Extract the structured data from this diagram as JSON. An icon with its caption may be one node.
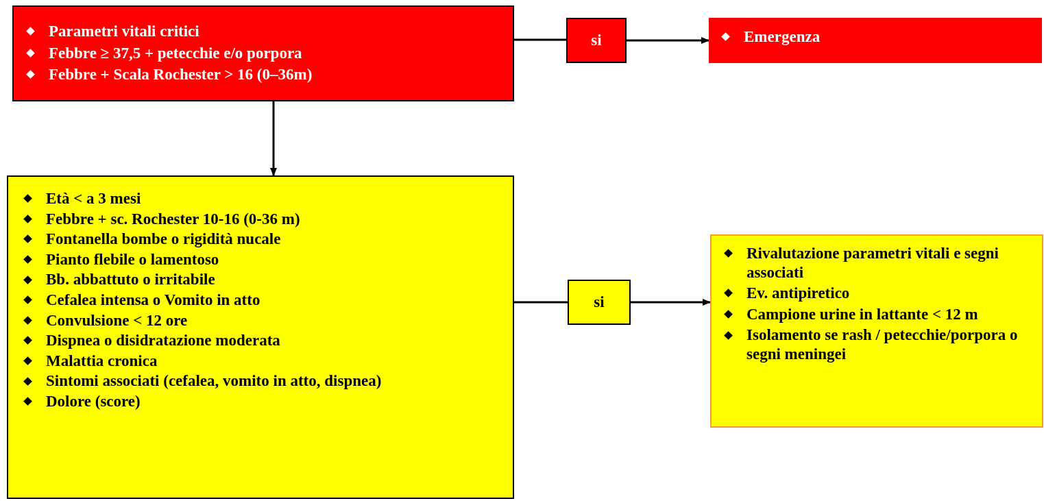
{
  "diagram": {
    "nodes": [
      {
        "text": [
          "Parametri vitali critici",
          "Febbre ≥ 37,5 + petecchie e/o porpora",
          "Febbre + Scala Rochester > 16 (0–36m)"
        ]
      },
      {
        "text": [
          "si"
        ]
      },
      {
        "text": [
          "Emergenza"
        ]
      },
      {
        "text": [
          "Età < a 3 mesi",
          "Febbre + sc. Rochester 10-16 (0-36 m)",
          "Fontanella bombe o rigidità nucale",
          "Pianto flebile o lamentoso",
          "Bb. abbattuto o irritabile",
          "Cefalea intensa o Vomito in atto",
          "Convulsione < 12 ore",
          "Dispnea o disidratazione moderata",
          "Malattia cronica",
          "Sintomi associati (cefalea, vomito in atto, dispnea)",
          "Dolore (score)"
        ]
      },
      {
        "text": [
          "si"
        ]
      },
      {
        "text": [
          "Rivalutazione parametri vitali e segni associati",
          "Ev. antipiretico",
          "Campione urine in lattante < 12 m",
          "Isolamento se rash / petecchie/porpora o segni meningei"
        ]
      }
    ],
    "edges": [
      {
        "from": 0,
        "to": 1,
        "arrow": "none"
      },
      {
        "from": 1,
        "to": 2,
        "arrow": "to"
      },
      {
        "from": 0,
        "to": 3,
        "arrow": "to"
      },
      {
        "from": 3,
        "to": 4,
        "arrow": "none"
      },
      {
        "from": 4,
        "to": 5,
        "arrow": "to"
      }
    ]
  }
}
